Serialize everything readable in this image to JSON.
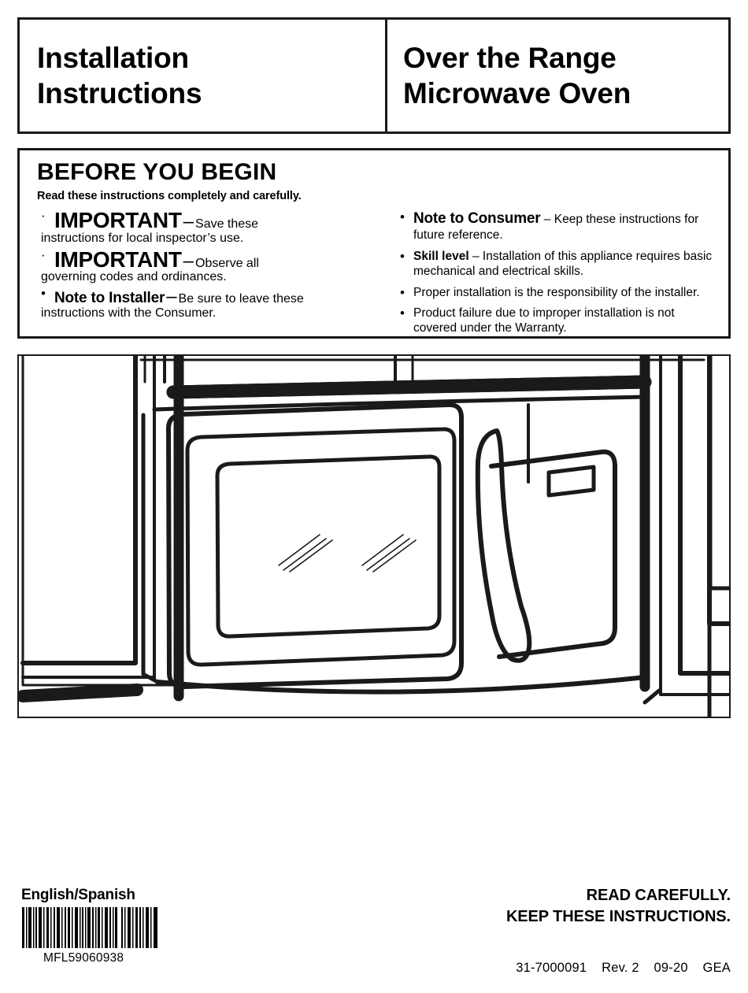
{
  "header": {
    "left_line1": "Installation",
    "left_line2": "Instructions",
    "right_line1": "Over the Range",
    "right_line2": "Microwave Oven"
  },
  "before_you_begin": {
    "title": "BEFORE YOU BEGIN",
    "subtitle": "Read these instructions completely and carefully.",
    "left_items": [
      {
        "bullet": "·",
        "head": "IMPORTANT",
        "dash": "–",
        "tail": "Save these",
        "second_line": "instructions for local inspector’s use."
      },
      {
        "bullet": "·",
        "head": "IMPORTANT",
        "dash": "–",
        "tail": "Observe all",
        "second_line": "governing codes and ordinances."
      },
      {
        "bullet": "•",
        "head": "Note to Installer",
        "dash": "–",
        "tail": "Be sure to leave these",
        "second_line": "instructions with the Consumer."
      }
    ],
    "right_items": [
      {
        "bullet": "•",
        "head": "Note to Consumer",
        "dash": "–",
        "text": "Keep these instructions for future reference."
      },
      {
        "bullet": "•",
        "head": "Skill level",
        "dash": "–",
        "text": "Installation of this appliance requires basic mechanical and electrical skills."
      },
      {
        "bullet": "•",
        "head": "",
        "dash": "",
        "text": "Proper installation is the responsibility of the installer."
      },
      {
        "bullet": "•",
        "head": "",
        "dash": "",
        "text": "Product failure due to improper installation is not covered under the Warranty."
      }
    ]
  },
  "illustration": {
    "description": "Line drawing of an over-the-range microwave oven installed between upper kitchen cabinets, showing the door with window, handle and control panel."
  },
  "footer": {
    "language": "English/Spanish",
    "barcode_number": "MFL59060938",
    "read_line1": "READ CAREFULLY.",
    "read_line2": "KEEP THESE INSTRUCTIONS.",
    "doc_number": "31-7000091",
    "revision": "Rev. 2",
    "date": "09-20",
    "brand": "GEA"
  },
  "colors": {
    "ink": "#1a1a1a",
    "paper": "#ffffff"
  }
}
